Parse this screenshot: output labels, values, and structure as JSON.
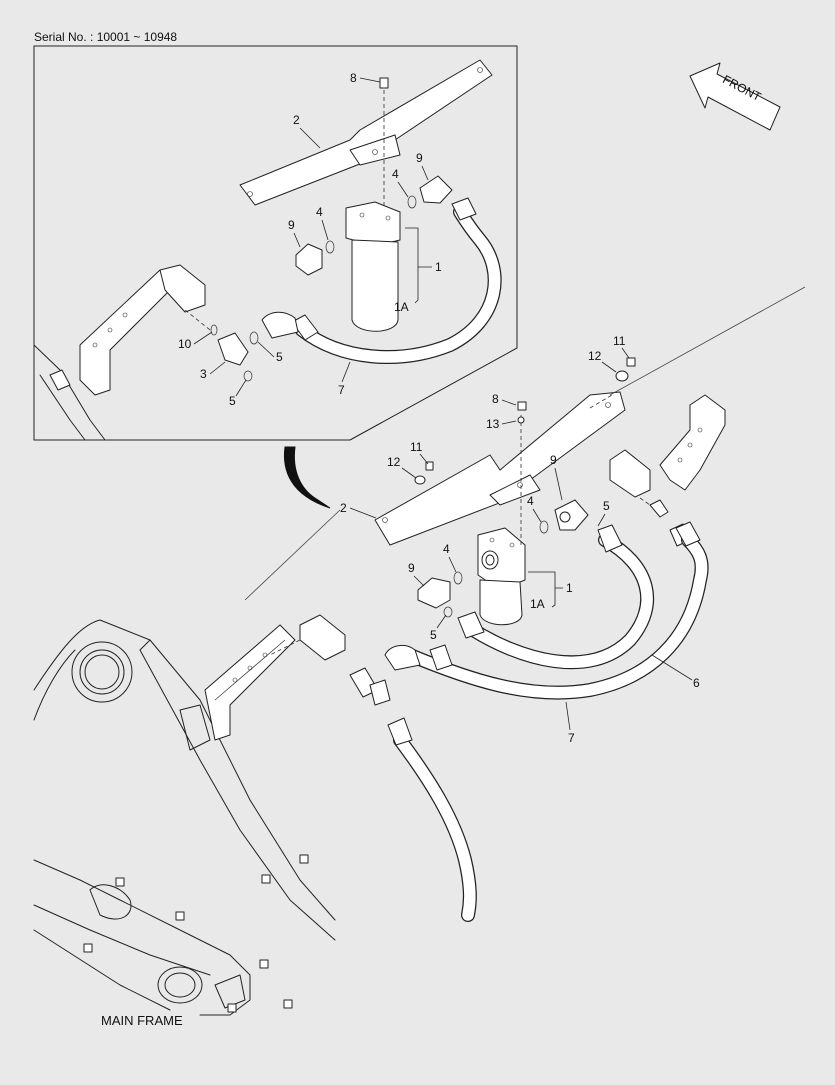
{
  "serial": "Serial No. : 10001 ~ 10948",
  "frame_label": "MAIN FRAME",
  "front_arrow_label": "FRONT",
  "inset_callouts": {
    "c8": "8",
    "c2": "2",
    "c9a": "9",
    "c4a": "4",
    "c9b": "9",
    "c4b": "4",
    "c1": "1",
    "c1a": "1A",
    "c10": "10",
    "c5a": "5",
    "c3": "3",
    "c5b": "5",
    "c7": "7"
  },
  "main_callouts": {
    "c11a": "11",
    "c12a": "12",
    "c8": "8",
    "c13": "13",
    "c11b": "11",
    "c12b": "12",
    "c2": "2",
    "c4a": "4",
    "c9a": "9",
    "c5a": "5",
    "c9b": "9",
    "c4b": "4",
    "c1": "1",
    "c1a": "1A",
    "c5b": "5",
    "c6": "6",
    "c7": "7"
  }
}
